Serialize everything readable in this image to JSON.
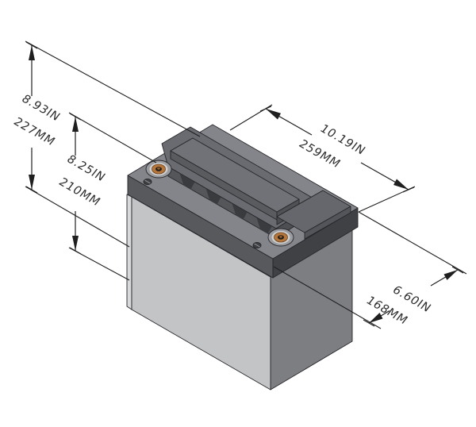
{
  "drawing": {
    "type": "isometric-dimensioned-technical-drawing",
    "subject": "battery",
    "background": "#ffffff",
    "line_color": "#1f1f1f",
    "text_color": "#2e2e2e",
    "dimensions": {
      "height_total": {
        "inches": "8.93IN",
        "mm": "227MM"
      },
      "height_to_lid": {
        "inches": "8.25IN",
        "mm": "210MM"
      },
      "length": {
        "inches": "10.19IN",
        "mm": "259MM"
      },
      "depth": {
        "inches": "6.60IN",
        "mm": "168MM"
      }
    },
    "colors": {
      "body_front": "#c3c4c6",
      "body_right": "#7d7e82",
      "body_left_edge": "#d8d9da",
      "lid_top": "#84858a",
      "lid_front": "#58595d",
      "lid_right": "#404145",
      "deck_top": "#6a6b70",
      "deck_skirt": "#55565a",
      "deck_right_end": "#4e4f53",
      "notch": "#3a3b3e",
      "spine_top": "#717277",
      "spine_front": "#5a5b5f",
      "spine_left_end": "#4d4e52",
      "spine_right_end": "#505155",
      "block_top": "#66676c",
      "block_left": "#4c4d51",
      "block_front": "#54555a",
      "terminal_boss": "#9b9c9f",
      "terminal_ring": "#cfd0d2",
      "terminal_copper": "#b3763b",
      "terminal_hole": "#241e18",
      "screw": "#3f4043"
    }
  }
}
